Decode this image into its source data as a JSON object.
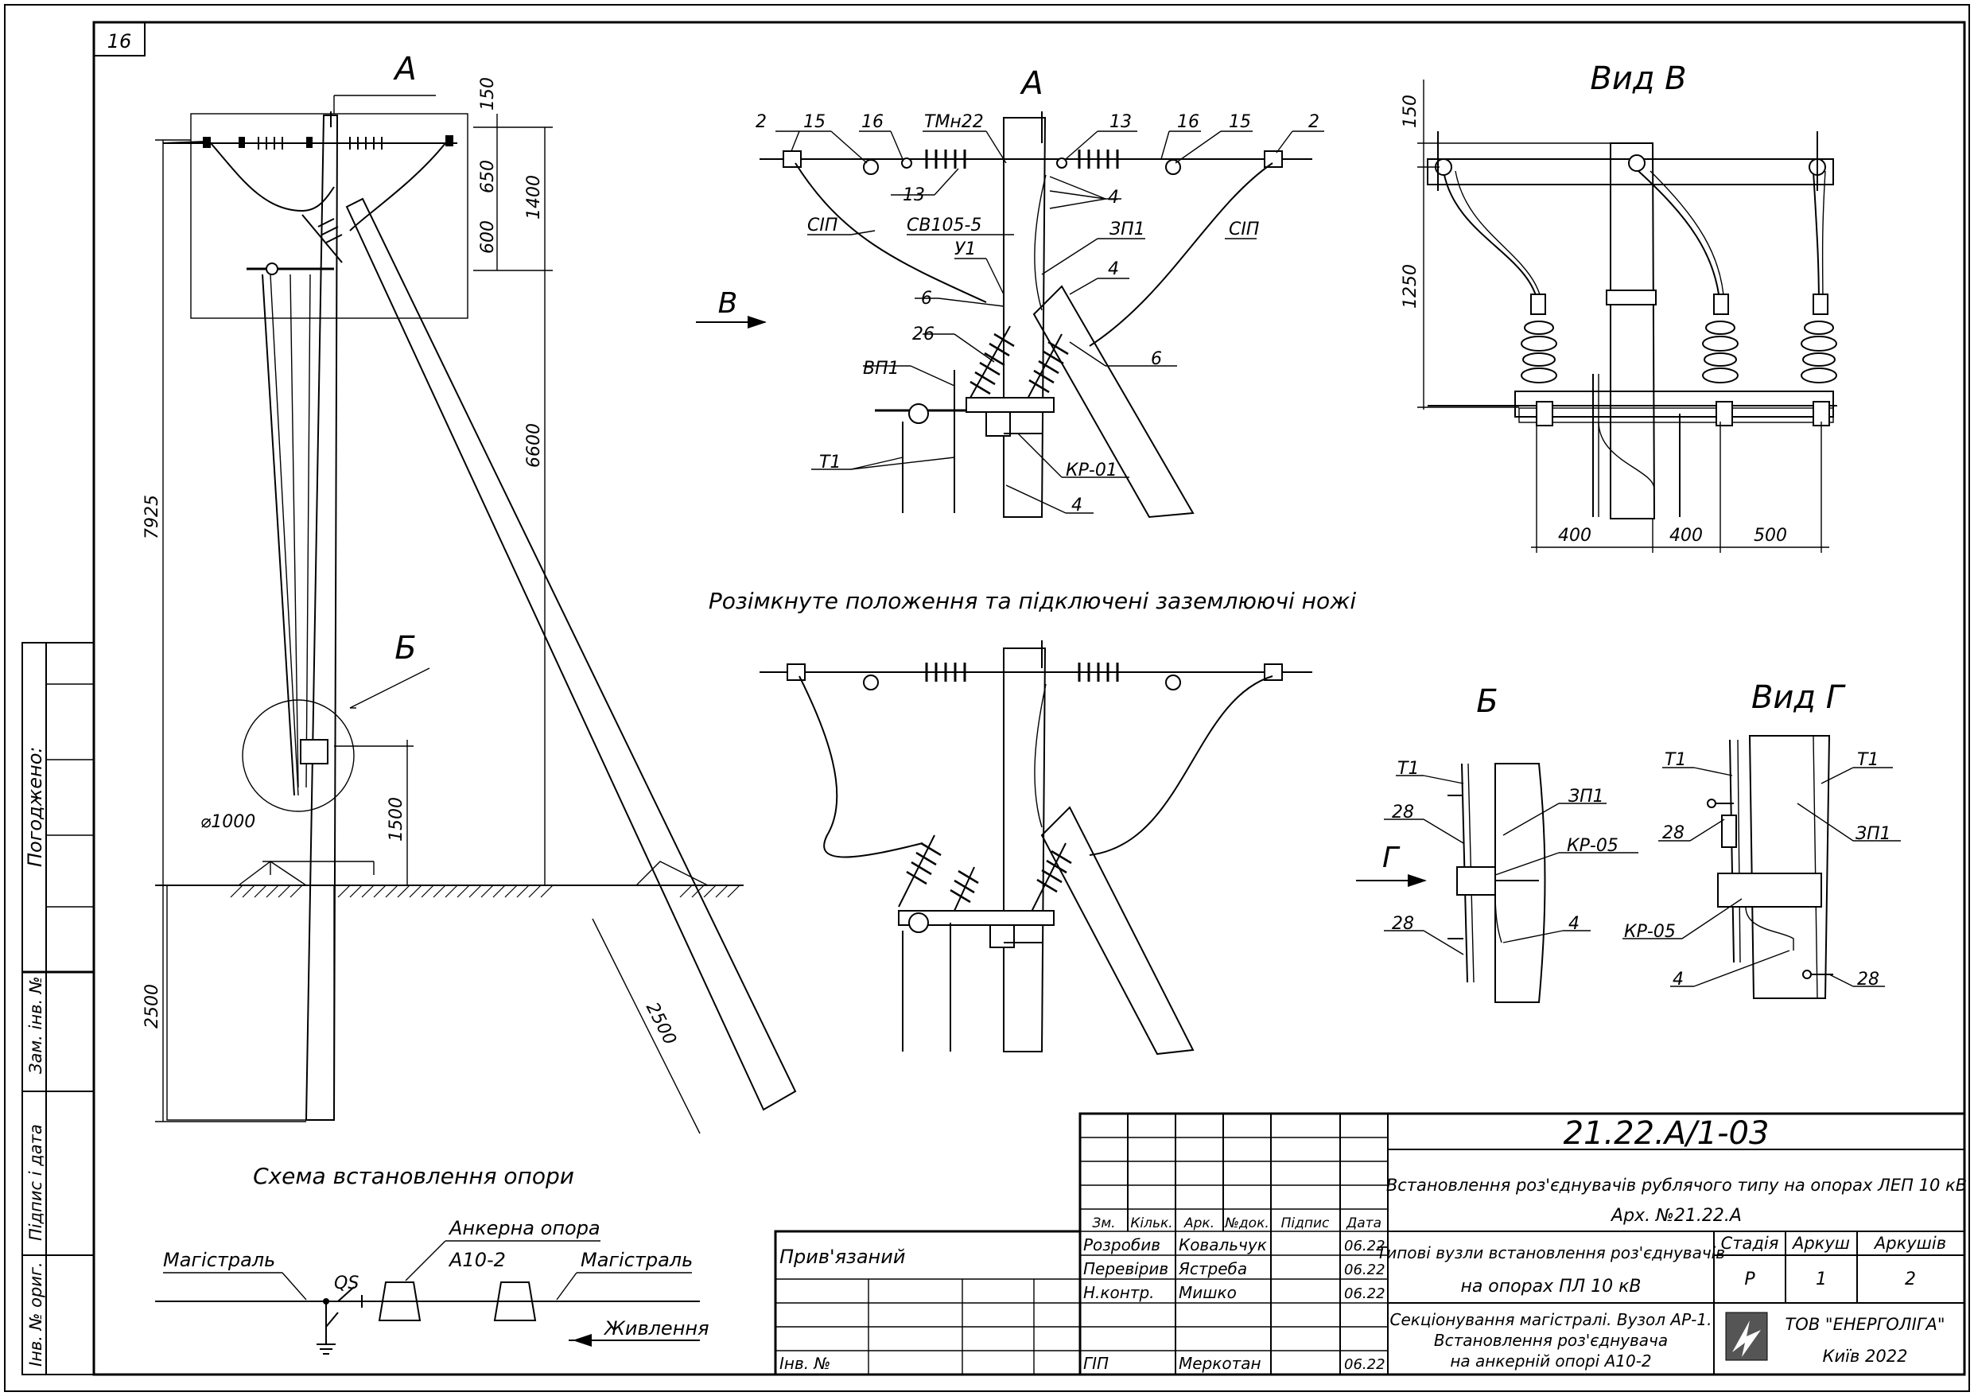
{
  "sheet_number": "16",
  "views": {
    "main_title": "Схема встановлення опори",
    "detail_A": "А",
    "detail_B": "Б",
    "view_V": "Вид В",
    "view_G": "Вид Г",
    "open_state_caption": "Розімкнуте положення та підключені заземлюючі ножі",
    "arrow_V": "В",
    "arrow_G": "Г"
  },
  "dimensions_main": {
    "d150": "150",
    "d650": "650",
    "d1400": "1400",
    "d600": "600",
    "d6600": "6600",
    "d7925": "7925",
    "d2500v": "2500",
    "d1500": "1500",
    "d1000": "⌀1000",
    "d2500s": "2500"
  },
  "callouts_A": {
    "c2l": "2",
    "c15l": "15",
    "c16l": "16",
    "tmn": "ТМн22",
    "c13a": "13",
    "c16r": "16",
    "c15r": "15",
    "c2r": "2",
    "c13b": "13",
    "c4a": "4",
    "sipl": "СІП",
    "sv": "СВ105-5",
    "zp1": "ЗП1",
    "sipr": "СІП",
    "u1": "У1",
    "c4b": "4",
    "c6a": "6",
    "c26": "26",
    "c6b": "6",
    "vp1": "ВП1",
    "t1": "Т1",
    "kr01": "КР-01",
    "c4c": "4"
  },
  "dimensions_V": {
    "d150": "150",
    "d1250": "1250",
    "d400a": "400",
    "d400b": "400",
    "d500": "500"
  },
  "callouts_B": {
    "t1": "Т1",
    "c28a": "28",
    "zp1": "ЗП1",
    "kr05": "КР-05",
    "c28b": "28",
    "c4": "4"
  },
  "callouts_G": {
    "t1a": "Т1",
    "t1b": "Т1",
    "c28a": "28",
    "zp1": "ЗП1",
    "kr05": "КР-05",
    "c4": "4",
    "c28b": "28"
  },
  "scheme": {
    "anchor_label": "Анкерна опора",
    "anchor_type": "А10-2",
    "main_left": "Магістраль",
    "main_right": "Магістраль",
    "qs": "QS",
    "feed": "Живлення"
  },
  "side_stamp": {
    "agreed": "Погоджено:",
    "replace_inv": "Зам. інв. №",
    "sign_date": "Підпис і дата",
    "orig_inv": "Інв. № ориг."
  },
  "title_block": {
    "code": "21.22.А/1-03",
    "project_title": "Встановлення роз'єднувачів рублячого типу на опорах ЛЕП 10 кВ",
    "arch": "Арх. №21.22.А",
    "hdr_zm": "Зм.",
    "hdr_kilk": "Кільк.",
    "hdr_ark": "Арк.",
    "hdr_ndok": "№док.",
    "hdr_pidpys": "Підпис",
    "hdr_data": "Дата",
    "rows": [
      {
        "role": "Розробив",
        "name": "Ковальчук",
        "date": "06.22"
      },
      {
        "role": "Перевірив",
        "name": "Ястреба",
        "date": "06.22"
      },
      {
        "role": "Н.контр.",
        "name": "Мишко",
        "date": "06.22"
      }
    ],
    "gip_role": "ГІП",
    "gip_name": "Меркотан",
    "gip_date": "06.22",
    "bound": "Прив'язаний",
    "inv": "Інв. №",
    "typical_line1": "Типові вузли встановлення роз'єднувачів",
    "typical_line2": "на опорах ПЛ 10 кВ",
    "stage_hdr": "Стадія",
    "sheet_hdr": "Аркуш",
    "sheets_hdr": "Аркушів",
    "stage": "Р",
    "sheet": "1",
    "sheets": "2",
    "desc_line1": "Секціонування магістралі. Вузол АР-1.",
    "desc_line2": "Встановлення роз'єднувача",
    "desc_line3": "на анкерній опорі А10-2",
    "company": "ТОВ \"ЕНЕРГОЛІГА\"",
    "city": "Київ 2022"
  }
}
